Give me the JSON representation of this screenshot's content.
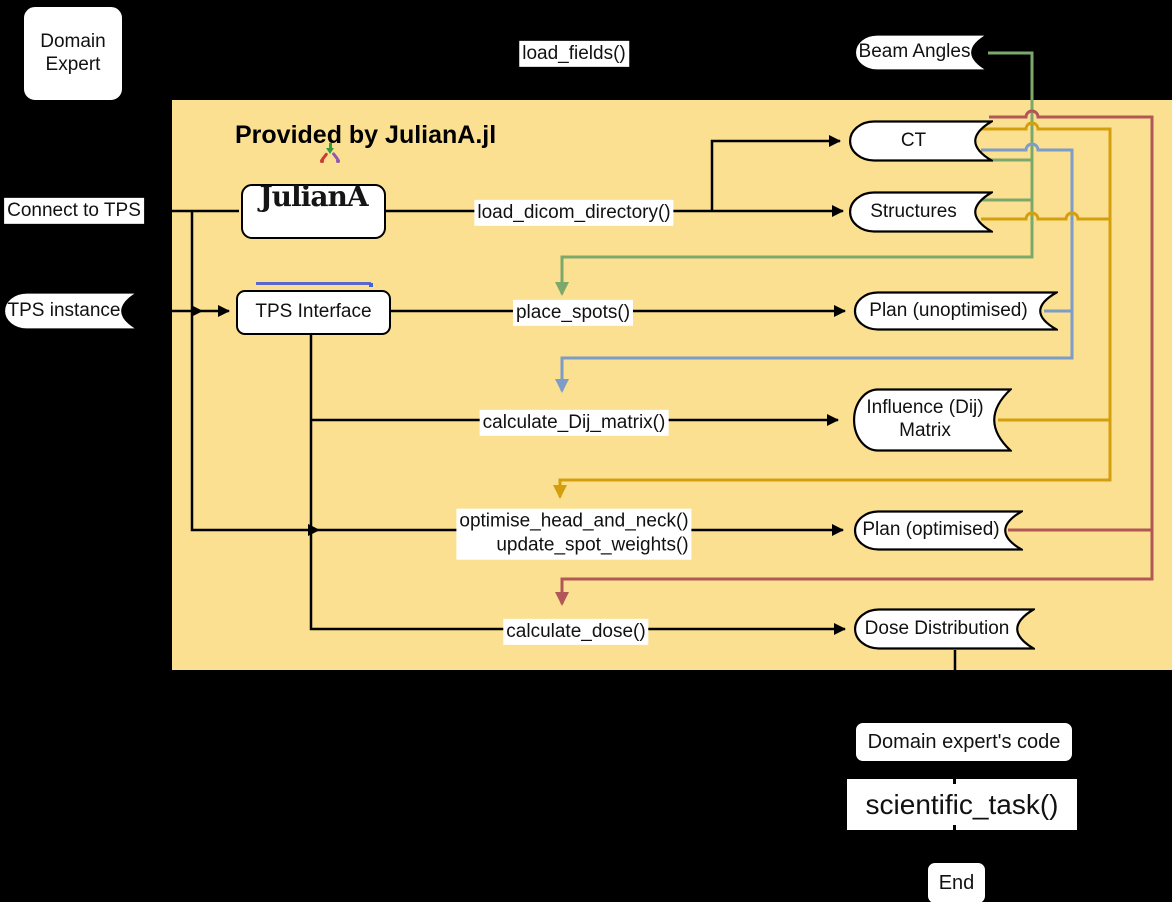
{
  "region": {
    "title": "Provided by JulianA.jl"
  },
  "nodes": {
    "domain_expert": "Domain\nExpert",
    "beam_angles": "Beam Angles",
    "juliana_logo": "JulianA",
    "tps_instance": "TPS instance",
    "tps_interface": "TPS Interface",
    "ct": "CT",
    "structures": "Structures",
    "plan_unoptimised": "Plan (unoptimised)",
    "influence_matrix": "Influence (Dij)\nMatrix",
    "plan_optimised": "Plan (optimised)",
    "dose_distribution": "Dose Distribution",
    "domain_experts_code": "Domain expert's code",
    "scientific_task": "scientific_task()",
    "end": "End"
  },
  "edge_labels": {
    "load_fields": "load_fields()",
    "connect_to_tps": "Connect to TPS",
    "load_dicom_directory": "load_dicom_directory()",
    "place_spots": "place_spots()",
    "calculate_dij_matrix": "calculate_Dij_matrix()",
    "optimise": "optimise_head_and_neck()\nupdate_spot_weights()",
    "calculate_dose": "calculate_dose()"
  },
  "colors": {
    "region_bg": "#FCE091",
    "node_fill": "#FFFFFF",
    "node_border": "#000000",
    "edge_black": "#000000",
    "edge_green": "#7CA96B",
    "edge_blue": "#7D9DC8",
    "edge_gold": "#D49F0F",
    "edge_red": "#B15757"
  }
}
